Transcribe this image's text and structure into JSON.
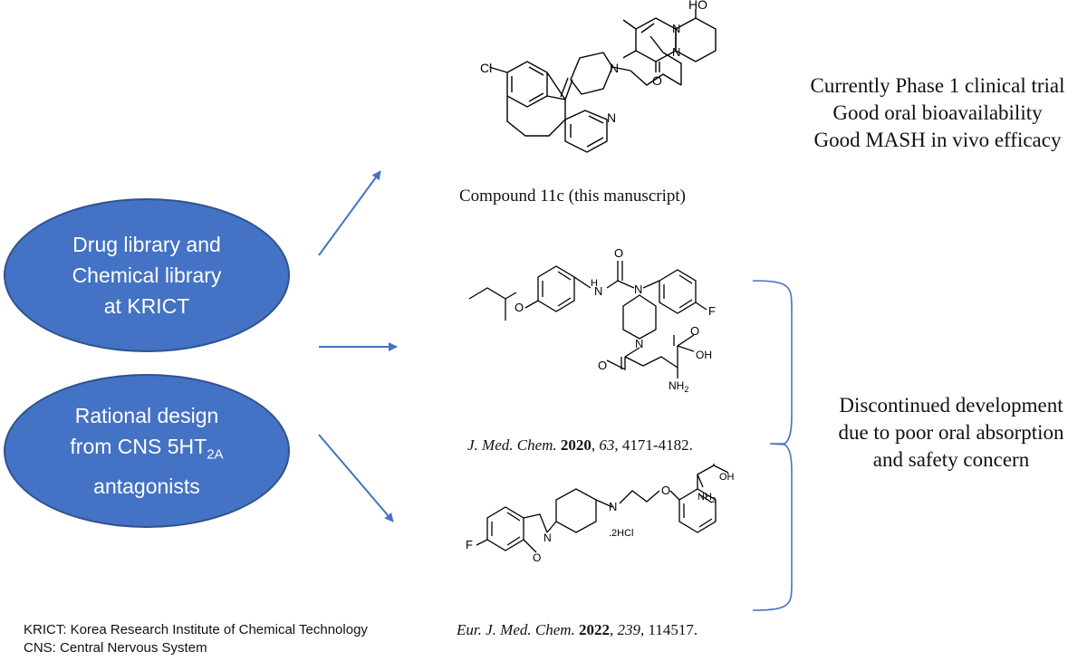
{
  "sources": {
    "drug_library": {
      "line1": "Drug library and",
      "line2": "Chemical library",
      "line3": "at KRICT"
    },
    "rational_design": {
      "line1": "Rational design",
      "line2_pre": "from CNS 5HT",
      "line2_sub": "2A",
      "line3": "antagonists"
    }
  },
  "compounds": {
    "c11c": {
      "caption": "Compound 11c (this manuscript)",
      "atoms": {
        "cl": "Cl",
        "n_pip": "N",
        "n_pyr": "N",
        "oh": "HO",
        "o": "O",
        "n1": "N",
        "n2": "N"
      },
      "notes": [
        "Currently Phase 1 clinical trial",
        "Good oral bioavailability",
        "Good MASH in vivo efficacy"
      ]
    },
    "jmc2020": {
      "journal": "J. Med. Chem.",
      "year": "2020",
      "volume": "63",
      "pages": "4171-4182.",
      "atoms": {
        "o_ether": "O",
        "nh": "H",
        "n_h": "N",
        "o_urea": "O",
        "n_urea": "N",
        "f": "F",
        "n_pip": "N",
        "o_amide": "O",
        "o_acid": "O",
        "oh": "OH",
        "nh2": "NH",
        "nh2_sub": "2"
      }
    },
    "ejmc2022": {
      "journal": "Eur. J. Med. Chem.",
      "year": "2022",
      "volume": "239",
      "pages": "114517.",
      "atoms": {
        "f": "F",
        "n_isox": "N",
        "o_isox": "O",
        "n_pip": "N",
        "hcl": ".2HCl",
        "o_ether": "O",
        "o_acid": "O",
        "oh": "OH",
        "nh2": "NH",
        "nh2_sub": "2"
      }
    }
  },
  "discontinued": [
    "Discontinued development",
    "due to poor oral absorption",
    "and safety concern"
  ],
  "footnotes": [
    "KRICT: Korea Research Institute of Chemical Technology",
    "CNS: Central Nervous System"
  ],
  "colors": {
    "ellipse_fill": "#4472c4",
    "ellipse_border": "#2f528f",
    "arrow": "#4472c4",
    "brace": "#4472c4"
  }
}
